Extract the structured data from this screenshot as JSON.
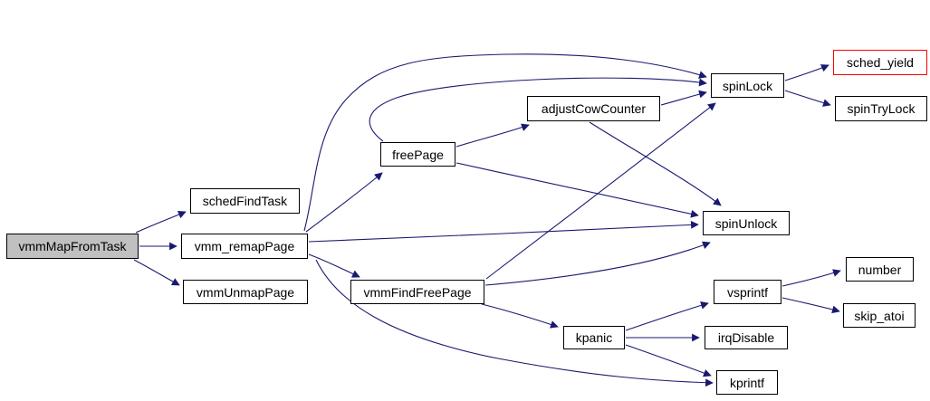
{
  "diagram": {
    "type": "doxygen-call-graph",
    "background_color": "#ffffff",
    "edge_color": "#191970",
    "node_border_color": "#000000",
    "node_fill_color": "#ffffff",
    "focus_fill_color": "#c0c0c0",
    "highlight_border_color": "#ff0000",
    "nodes": [
      {
        "id": "vmmMapFromTask",
        "label": "vmmMapFromTask",
        "style": "focus"
      },
      {
        "id": "schedFindTask",
        "label": "schedFindTask",
        "style": "normal"
      },
      {
        "id": "vmm_remapPage",
        "label": "vmm_remapPage",
        "style": "normal"
      },
      {
        "id": "vmmUnmapPage",
        "label": "vmmUnmapPage",
        "style": "normal"
      },
      {
        "id": "freePage",
        "label": "freePage",
        "style": "normal"
      },
      {
        "id": "adjustCowCounter",
        "label": "adjustCowCounter",
        "style": "normal"
      },
      {
        "id": "spinLock",
        "label": "spinLock",
        "style": "normal"
      },
      {
        "id": "sched_yield",
        "label": "sched_yield",
        "style": "highlight"
      },
      {
        "id": "spinTryLock",
        "label": "spinTryLock",
        "style": "normal"
      },
      {
        "id": "spinUnlock",
        "label": "spinUnlock",
        "style": "normal"
      },
      {
        "id": "vmmFindFreePage",
        "label": "vmmFindFreePage",
        "style": "normal"
      },
      {
        "id": "vsprintf",
        "label": "vsprintf",
        "style": "normal"
      },
      {
        "id": "number",
        "label": "number",
        "style": "normal"
      },
      {
        "id": "skip_atoi",
        "label": "skip_atoi",
        "style": "normal"
      },
      {
        "id": "kpanic",
        "label": "kpanic",
        "style": "normal"
      },
      {
        "id": "irqDisable",
        "label": "irqDisable",
        "style": "normal"
      },
      {
        "id": "kprintf",
        "label": "kprintf",
        "style": "normal"
      }
    ],
    "edges": [
      {
        "from": "vmmMapFromTask",
        "to": "schedFindTask"
      },
      {
        "from": "vmmMapFromTask",
        "to": "vmm_remapPage"
      },
      {
        "from": "vmmMapFromTask",
        "to": "vmmUnmapPage"
      },
      {
        "from": "vmm_remapPage",
        "to": "freePage"
      },
      {
        "from": "vmm_remapPage",
        "to": "spinLock"
      },
      {
        "from": "vmm_remapPage",
        "to": "spinUnlock"
      },
      {
        "from": "vmm_remapPage",
        "to": "vmmFindFreePage"
      },
      {
        "from": "vmm_remapPage",
        "to": "kprintf"
      },
      {
        "from": "freePage",
        "to": "adjustCowCounter"
      },
      {
        "from": "freePage",
        "to": "spinLock"
      },
      {
        "from": "freePage",
        "to": "spinUnlock"
      },
      {
        "from": "adjustCowCounter",
        "to": "spinLock"
      },
      {
        "from": "adjustCowCounter",
        "to": "spinUnlock"
      },
      {
        "from": "spinLock",
        "to": "sched_yield"
      },
      {
        "from": "spinLock",
        "to": "spinTryLock"
      },
      {
        "from": "vmmFindFreePage",
        "to": "spinLock"
      },
      {
        "from": "vmmFindFreePage",
        "to": "spinUnlock"
      },
      {
        "from": "vmmFindFreePage",
        "to": "kpanic"
      },
      {
        "from": "kpanic",
        "to": "vsprintf"
      },
      {
        "from": "kpanic",
        "to": "irqDisable"
      },
      {
        "from": "kpanic",
        "to": "kprintf"
      },
      {
        "from": "vsprintf",
        "to": "number"
      },
      {
        "from": "vsprintf",
        "to": "skip_atoi"
      }
    ]
  }
}
